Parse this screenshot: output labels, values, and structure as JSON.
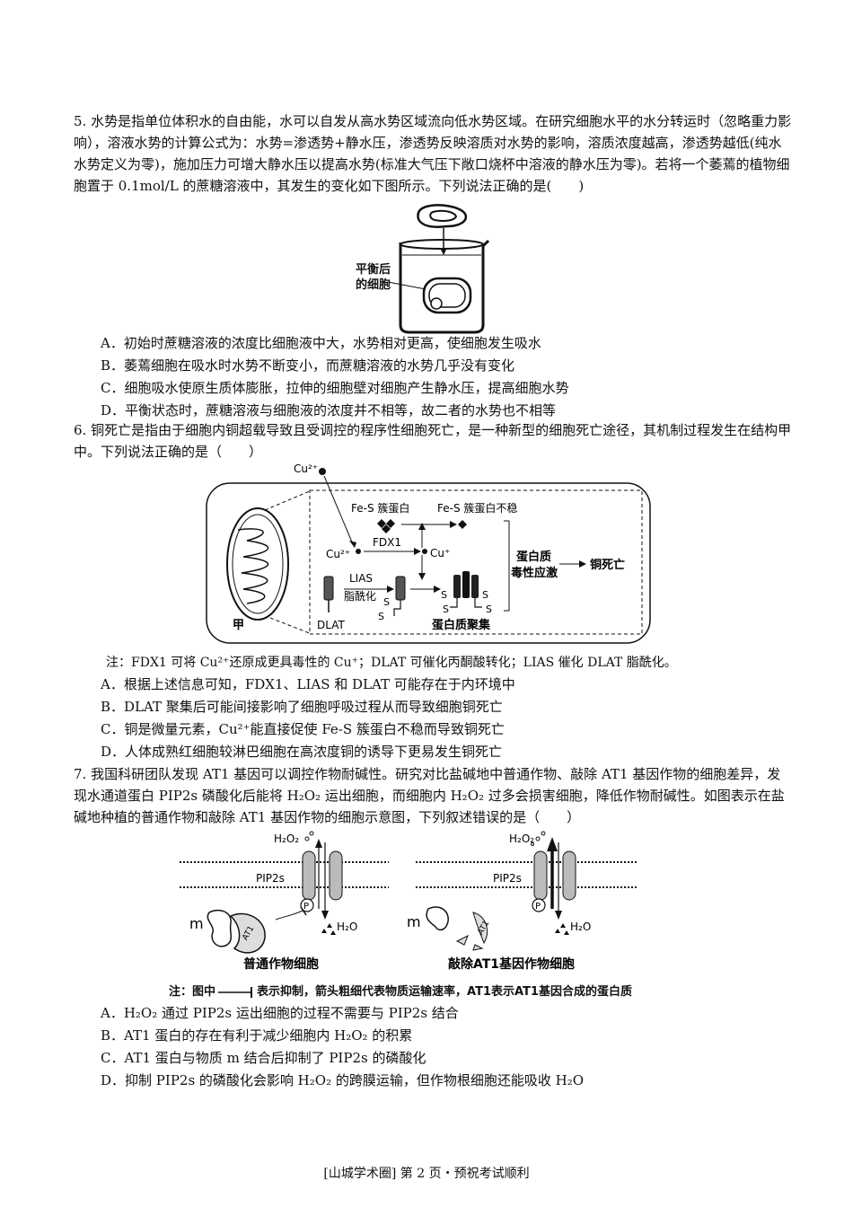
{
  "q5": {
    "stem": "5. 水势是指单位体积水的自由能，水可以自发从高水势区域流向低水势区域。在研究细胞水平的水分转运时（忽略重力影响），溶液水势的计算公式为：水势=渗透势+静水压，渗透势反映溶质对水势的影响，溶质浓度越高，渗透势越低(纯水水势定义为零)，施加压力可增大静水压以提高水势(标准大气压下敞口烧杯中溶液的静水压为零)。若将一个萎蔫的植物细胞置于 0.1mol/L 的蔗糖溶液中，其发生的变化如下图所示。下列说法正确的是(　　)",
    "figure_label_line1": "平衡后",
    "figure_label_line2": "的细胞",
    "options": [
      "A．初始时蔗糖溶液的浓度比细胞液中大，水势相对更高，使细胞发生吸水",
      "B．萎蔫细胞在吸水时水势不断变小，而蔗糖溶液的水势几乎没有变化",
      "C．细胞吸水使原生质体膨胀，拉伸的细胞壁对细胞产生静水压，提高细胞水势",
      "D．平衡状态时，蔗糖溶液与细胞液的浓度并不相等，故二者的水势也不相等"
    ]
  },
  "q6": {
    "stem": "6. 铜死亡是指由于细胞内铜超载导致且受调控的程序性细胞死亡，是一种新型的细胞死亡途径，其机制过程发生在结构甲中。下列说法正确的是（　　）",
    "figure": {
      "cu2_top": "Cu²⁺",
      "fes_cluster": "Fe-S 簇蛋白",
      "fes_unstable": "Fe-S 簇蛋白不稳",
      "cu2_inner": "Cu²⁺",
      "fdx1": "FDX1",
      "cu_plus": "Cu⁺",
      "proteotoxic_1": "蛋白质",
      "proteotoxic_2": "毒性应激",
      "cuproptosis": "铜死亡",
      "lias": "LIAS",
      "lipoylation": "脂酰化",
      "dlat": "DLAT",
      "aggregation": "蛋白质聚集",
      "jia": "甲",
      "s": "S"
    },
    "note": "注：FDX1 可将 Cu²⁺还原成更具毒性的 Cu⁺；DLAT 可催化丙酮酸转化；LIAS 催化 DLAT 脂酰化。",
    "options": [
      "A．根据上述信息可知，FDX1、LIAS 和 DLAT 可能存在于内环境中",
      "B．DLAT 聚集后可能间接影响了细胞呼吸过程从而导致细胞铜死亡",
      "C．铜是微量元素，Cu²⁺能直接促使 Fe-S 簇蛋白不稳而导致铜死亡",
      "D．人体成熟红细胞较淋巴细胞在高浓度铜的诱导下更易发生铜死亡"
    ]
  },
  "q7": {
    "stem": "7. 我国科研团队发现 AT1 基因可以调控作物耐碱性。研究对比盐碱地中普通作物、敲除 AT1 基因作物的细胞差异，发现水通道蛋白 PIP2s 磷酸化后能将 H₂O₂ 运出细胞，而细胞内 H₂O₂ 过多会损害细胞，降低作物耐碱性。如图表示在盐碱地种植的普通作物和敲除 AT1 基因作物的细胞示意图，下列叙述错误的是（　　）",
    "figure": {
      "h2o2": "H₂O₂",
      "pip2s": "PIP2s",
      "p": "P",
      "h2o": "H₂O",
      "m": "m",
      "at1": "AT1",
      "caption_left": "普通作物细胞",
      "caption_right": "敲除AT1基因作物细胞"
    },
    "note_prefix": "注：图中",
    "note_suffix": "表示抑制，箭头粗细代表物质运输速率，AT1表示AT1基因合成的蛋白质",
    "options": [
      "A．H₂O₂ 通过 PIP2s 运出细胞的过程不需要与 PIP2s 结合",
      "B．AT1 蛋白的存在有利于减少细胞内 H₂O₂ 的积累",
      "C．AT1 蛋白与物质 m 结合后抑制了 PIP2s 的磷酸化",
      "D．抑制 PIP2s 的磷酸化会影响 H₂O₂ 的跨膜运输，但作物根细胞还能吸收 H₂O"
    ]
  },
  "footer": "[山城学术圈] 第 2 页・预祝考试顺利"
}
